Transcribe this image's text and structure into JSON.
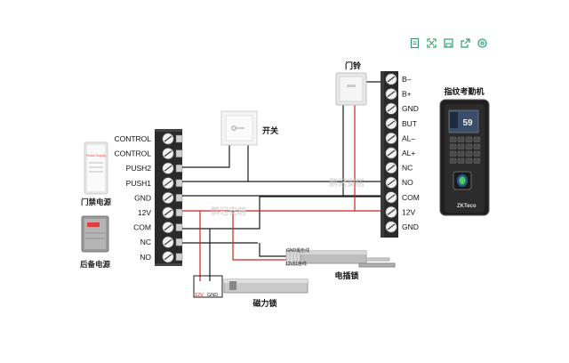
{
  "toolbar": {
    "buttons": [
      {
        "icon": "document-icon"
      },
      {
        "icon": "expand-icon"
      },
      {
        "icon": "save-icon"
      },
      {
        "icon": "share-icon"
      },
      {
        "icon": "settings-icon"
      }
    ],
    "accent": "#2aa36b"
  },
  "terminal_left": {
    "labels": [
      "CONTROL",
      "CONTROL",
      "PUSH2",
      "PUSH1",
      "GND",
      "12V",
      "COM",
      "NC",
      "NO"
    ]
  },
  "terminal_right": {
    "labels": [
      "B–",
      "B+",
      "GND",
      "BUT",
      "AL–",
      "AL+",
      "NC",
      "NO",
      "COM",
      "12V",
      "GND"
    ]
  },
  "devices": {
    "access_power_label": "门禁电源",
    "access_power_brand": "Power Supply",
    "backup_power_label": "后备电源",
    "switch_label": "开关",
    "doorbell_label": "门铃",
    "attendance_label": "指纹考勤机",
    "attendance_screen": "59",
    "attendance_brand": "ZKTeco",
    "electric_lock_label": "电插锁",
    "magnetic_lock_label": "磁力锁",
    "wire_gnd_label": "GND黑色线",
    "wire_12v_label": "12V红色线",
    "maglock_12v": "12V",
    "maglock_gnd": "GND"
  },
  "watermarks": [
    "鹏冠安居",
    "鹏冠安居"
  ],
  "colors": {
    "wire_black": "#1a1a1a",
    "wire_red": "#d42020",
    "terminal_fill": "#2a2a2a",
    "screw": "#f2f2f2"
  }
}
